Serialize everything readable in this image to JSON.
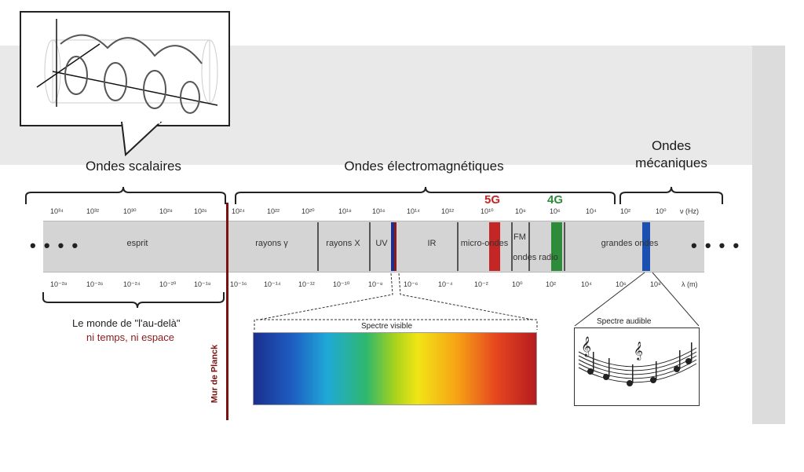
{
  "sections": {
    "scalar": "Ondes scalaires",
    "electromagnetic": "Ondes électromagnétiques",
    "mechanical": "Ondes\nmécaniques"
  },
  "band_labels": {
    "esprit": "esprit",
    "gamma": "rayons γ",
    "xray": "rayons X",
    "uv": "UV",
    "ir": "IR",
    "micro": "micro-ondes",
    "fm": "FM",
    "radio": "ondes radio",
    "long": "grandes ondes"
  },
  "dots_left": "• • • •",
  "dots_right": "• • • •",
  "frequency_axis_label": "ν (Hz)",
  "wavelength_axis_label": "λ (m)",
  "freq_exponents_scalar": [
    "10³⁴",
    "10³²",
    "10³⁰",
    "10²⁸",
    "10²⁶"
  ],
  "freq_exponents_em": [
    "10²⁴",
    "10²²",
    "10²⁰",
    "10¹⁸",
    "10¹⁶",
    "10¹⁴",
    "10¹²",
    "10¹⁰",
    "10⁸",
    "10⁶",
    "10⁴",
    "10²",
    "10⁰"
  ],
  "wl_exponents_scalar": [
    "10⁻²⁸",
    "10⁻²⁶",
    "10⁻²⁴",
    "10⁻²⁰",
    "10⁻¹⁸"
  ],
  "wl_exponents_em": [
    "10⁻¹⁶",
    "10⁻¹⁴",
    "10⁻¹²",
    "10⁻¹⁰",
    "10⁻⁸",
    "10⁻⁶",
    "10⁻⁴",
    "10⁻²",
    "10⁰",
    "10²",
    "10⁴",
    "10⁶",
    "10⁸"
  ],
  "tag_5g": "5G",
  "tag_4g": "4G",
  "beyond_line1": "Le monde de \"l'au-delà\"",
  "beyond_line2": "ni temps, ni espace",
  "visible_label": "Spectre visible",
  "audible_label": "Spectre audible",
  "planck_label": "Mur de Planck",
  "colors": {
    "accent_red": "#8b1a1a",
    "tag_5g": "#c42525",
    "tag_4g": "#2e8b3a",
    "uv_bar": "#1c2f8e",
    "audible_bar": "#1b4fb0"
  }
}
